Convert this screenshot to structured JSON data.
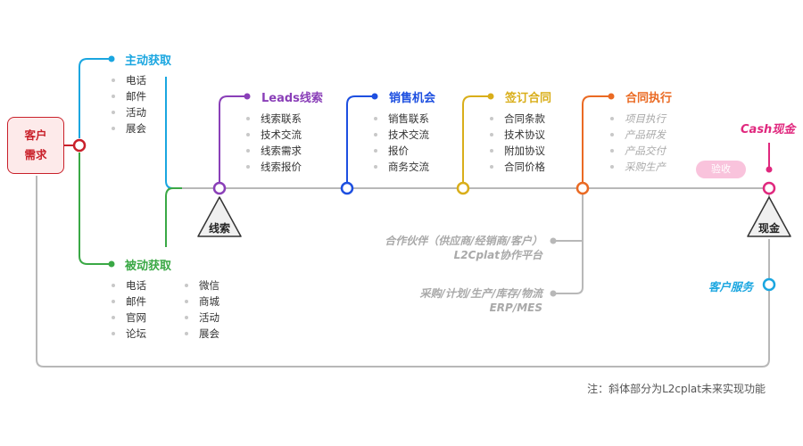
{
  "customer": {
    "line1": "客户",
    "line2": "需求"
  },
  "active": {
    "title": "主动获取",
    "items": [
      "电话",
      "邮件",
      "活动",
      "展会"
    ]
  },
  "passive": {
    "title": "被动获取",
    "col1": [
      "电话",
      "邮件",
      "官网",
      "论坛"
    ],
    "col2": [
      "微信",
      "商城",
      "活动",
      "展会"
    ]
  },
  "stages": {
    "leads": {
      "title": "Leads线索",
      "items": [
        "线索联系",
        "技术交流",
        "线索需求",
        "线索报价"
      ]
    },
    "opportunity": {
      "title": "销售机会",
      "items": [
        "销售联系",
        "技术交流",
        "报价",
        "商务交流"
      ]
    },
    "contract": {
      "title": "签订合同",
      "items": [
        "合同条款",
        "技术协议",
        "附加协议",
        "合同价格"
      ]
    },
    "execution": {
      "title": "合同执行",
      "items": [
        "项目执行",
        "产品研发",
        "产品交付",
        "采购生产"
      ]
    }
  },
  "cash": {
    "title": "Cash现金"
  },
  "acceptance": "验收",
  "milestones": {
    "leads": "线索",
    "cash": "现金"
  },
  "partner": {
    "line1": "合作伙伴（供应商/经销商/客户）",
    "line2": "L2Cplat协作平台"
  },
  "erp": {
    "line1": "采购/计划/生产/库存/物流",
    "line2": "ERP/MES"
  },
  "service": "客户服务",
  "note": "注：斜体部分为L2cplat未来实现功能",
  "colors": {
    "customer": "#c9202a",
    "active": "#1aa6e0",
    "passive": "#3aa845",
    "leads": "#8a3fb8",
    "opportunity": "#1d4fe0",
    "contract": "#d9ae1a",
    "execution": "#ea6a23",
    "cash": "#e0287e",
    "service": "#1aa6e0",
    "line": "#b8b8b8"
  }
}
